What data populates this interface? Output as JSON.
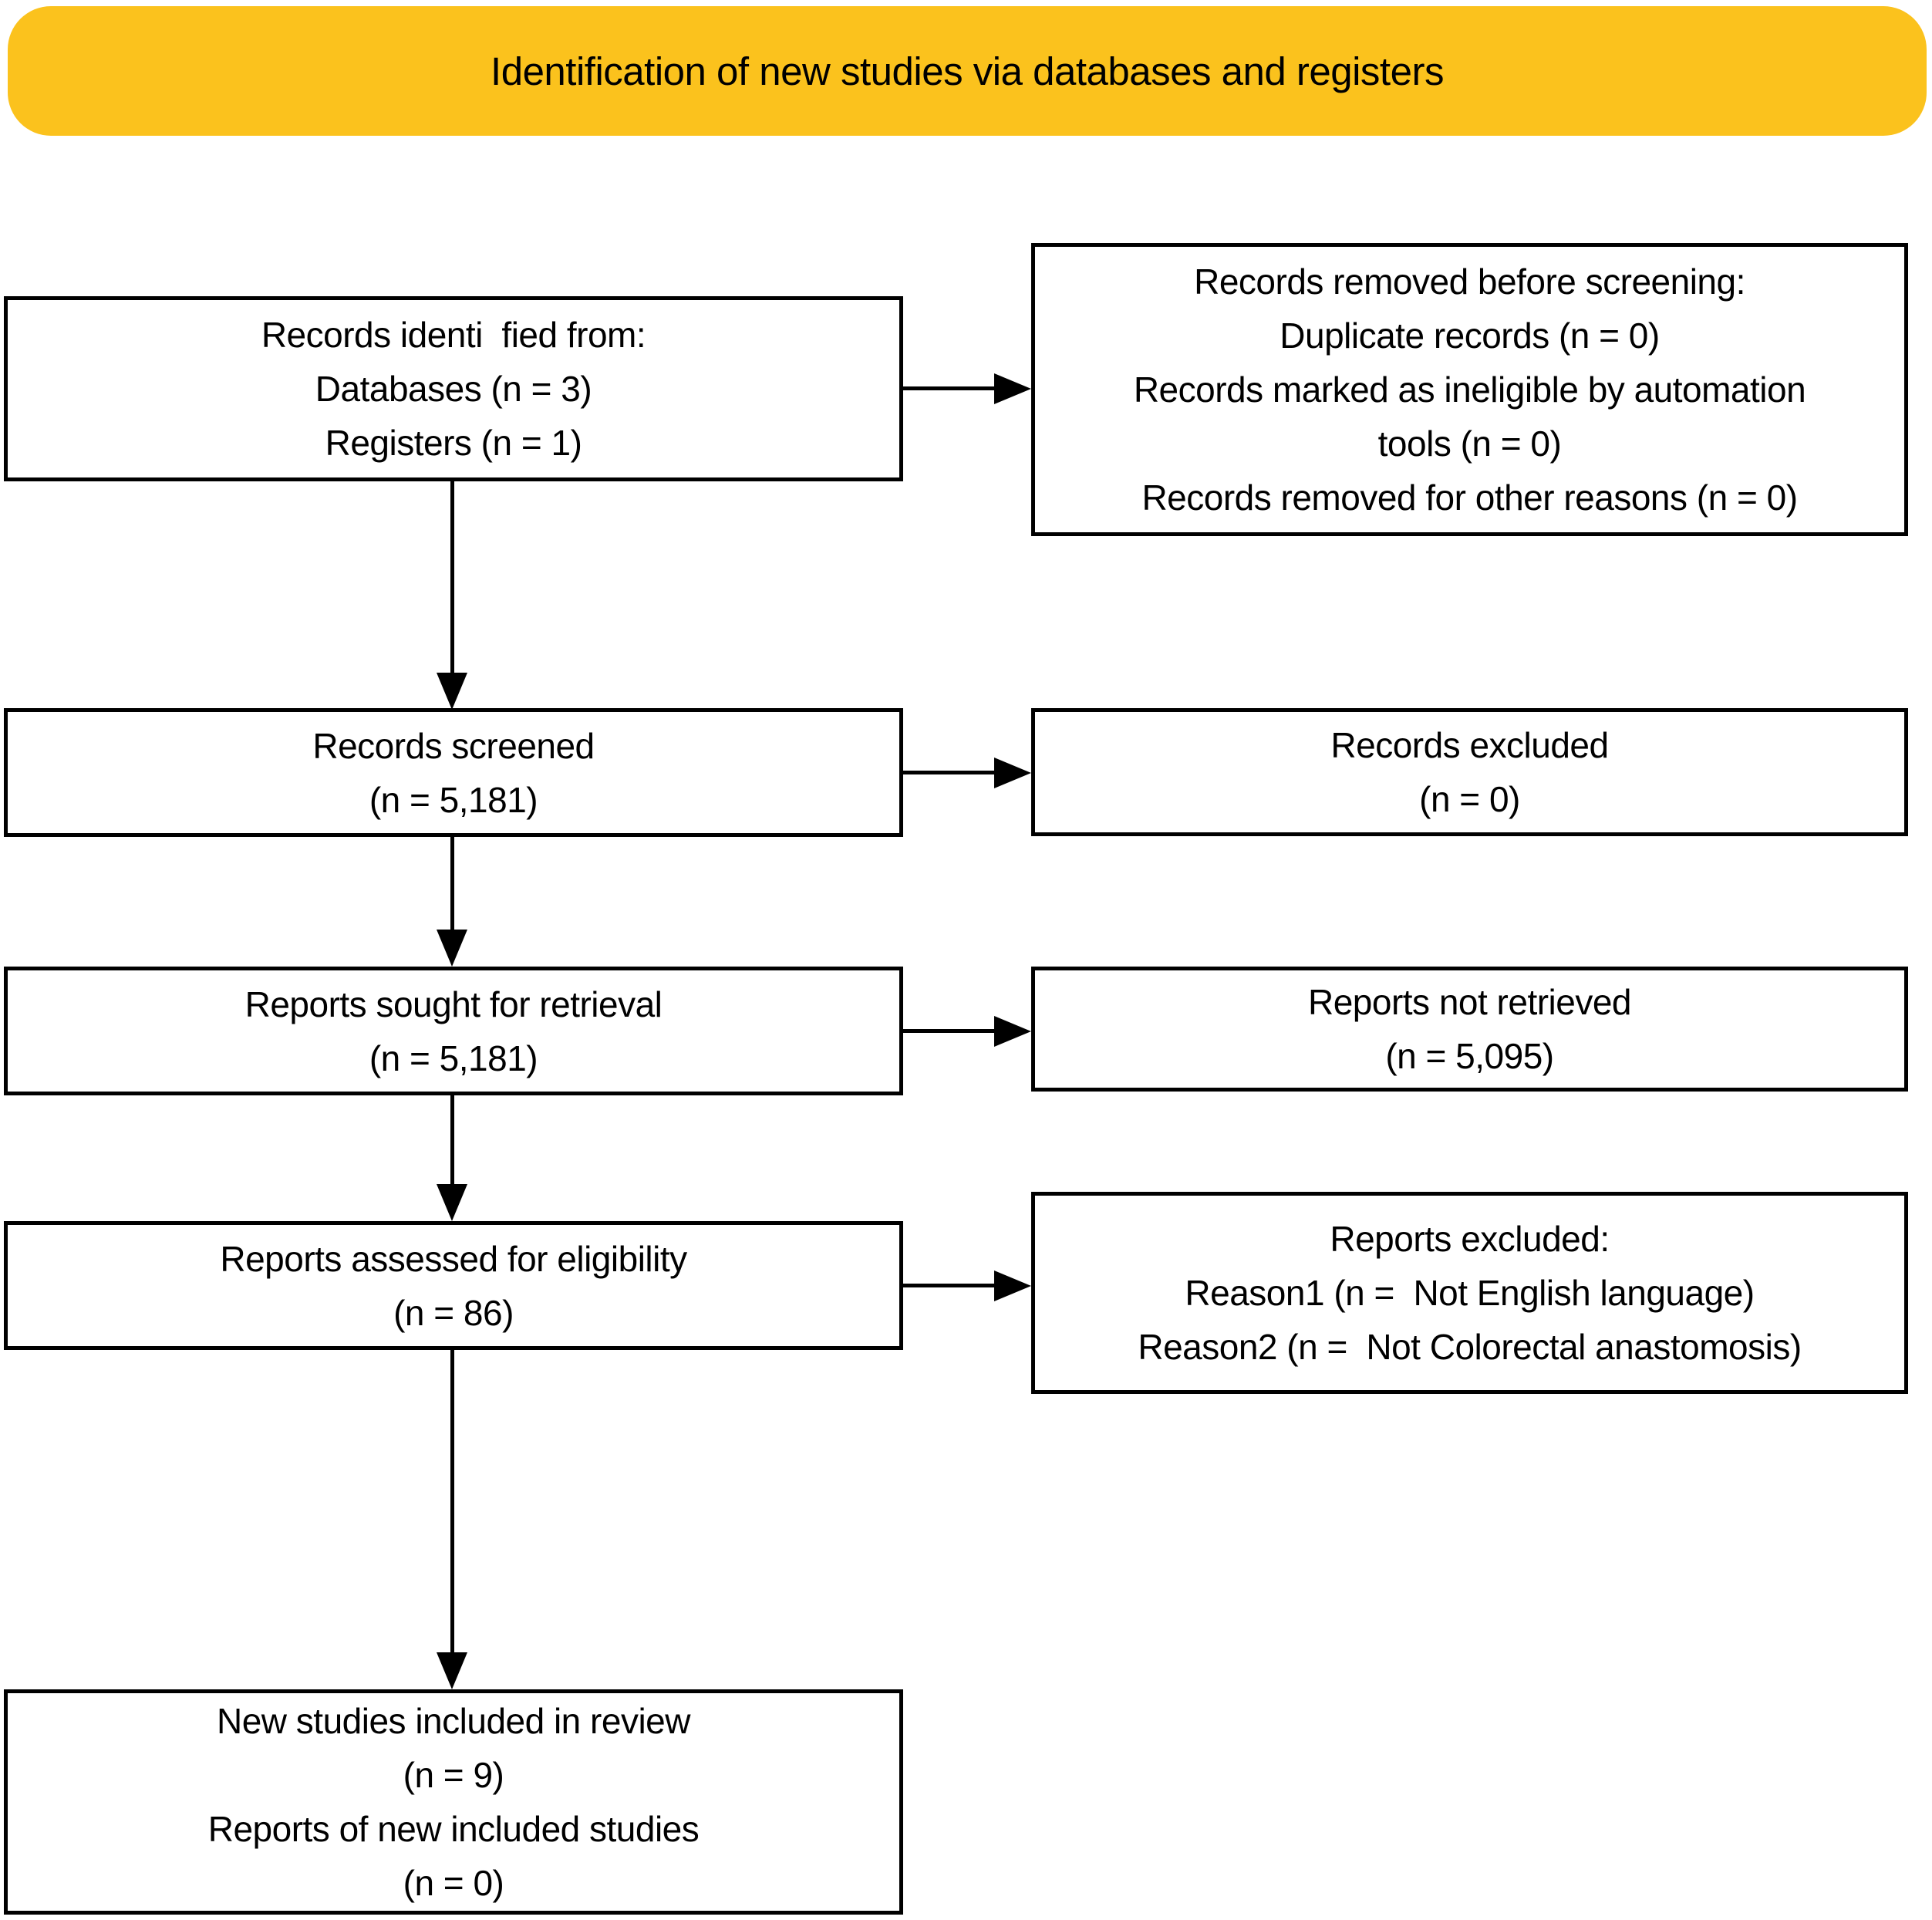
{
  "banner": {
    "title": "Identification of new studies via databases and registers"
  },
  "colors": {
    "banner_bg": "#FBC21D",
    "line": "#000000",
    "text": "#000000",
    "background": "#FFFFFF"
  },
  "flow": {
    "left_boxes": [
      {
        "id": "records-identified",
        "lines": [
          "Records identi  fied from:",
          "Databases (n = 3)",
          "Registers (n = 1)"
        ]
      },
      {
        "id": "records-screened",
        "lines": [
          "Records screened",
          "(n = 5,181)"
        ]
      },
      {
        "id": "reports-sought-for-retrieval",
        "lines": [
          "Reports sought for retrieval",
          "(n = 5,181)"
        ]
      },
      {
        "id": "reports-assessed-for-eligibility",
        "lines": [
          "Reports assessed for eligibility",
          "(n = 86)"
        ]
      },
      {
        "id": "new-studies-included",
        "lines": [
          "New studies included in review",
          "(n = 9)",
          "Reports of new included studies",
          "(n = 0)"
        ]
      }
    ],
    "right_boxes": [
      {
        "id": "records-removed-before-screening",
        "lines": [
          "Records removed before screening:",
          "Duplicate records (n = 0)",
          "Records marked as ineligible by automation",
          "tools (n = 0)",
          "Records removed for other reasons (n = 0)"
        ]
      },
      {
        "id": "records-excluded",
        "lines": [
          "Records excluded",
          "(n = 0)"
        ]
      },
      {
        "id": "reports-not-retrieved",
        "lines": [
          "Reports not retrieved",
          "(n = 5,095)"
        ]
      },
      {
        "id": "reports-excluded",
        "lines": [
          "Reports excluded:",
          "Reason1 (n =  Not English language)",
          "Reason2 (n =  Not Colorectal anastomosis)"
        ]
      }
    ]
  }
}
